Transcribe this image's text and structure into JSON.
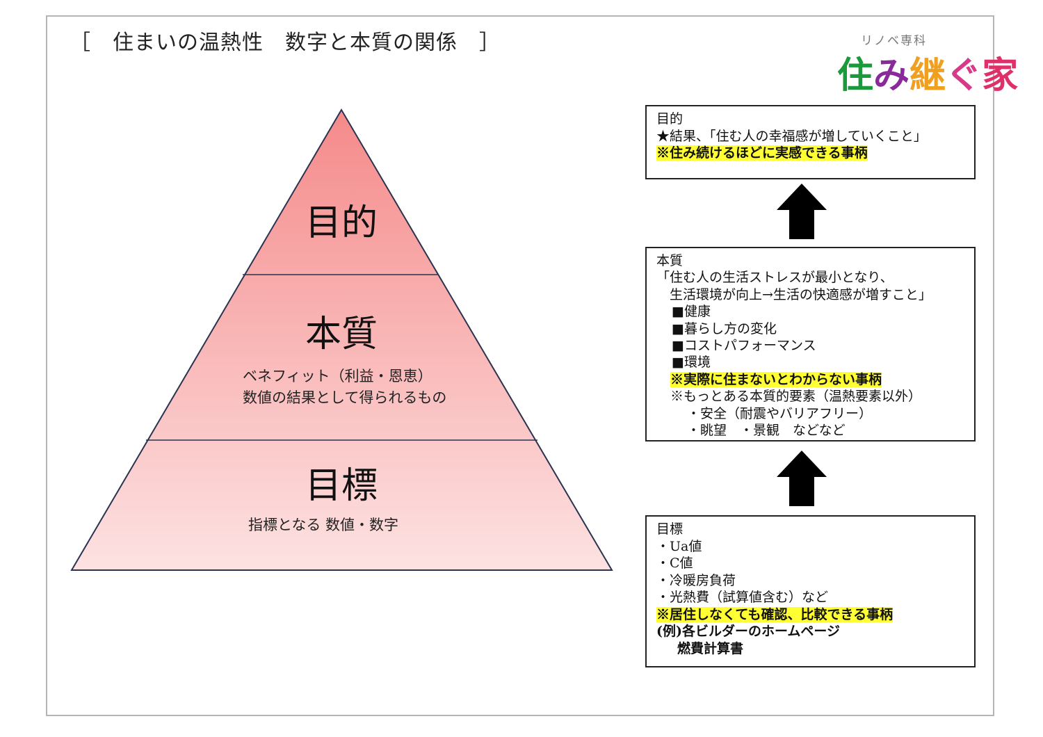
{
  "title": "［　住まいの温熱性　数字と本質の関係　］",
  "logo": {
    "sub": "リノベ専科",
    "chars": [
      {
        "ch": "住",
        "color": "#1a9a3a"
      },
      {
        "ch": "み",
        "color": "#8a2a9a"
      },
      {
        "ch": "継",
        "color": "#f0a020"
      },
      {
        "ch": "ぐ",
        "color": "#d83a8a"
      },
      {
        "ch": "家",
        "color": "#e0306a"
      }
    ]
  },
  "pyramid": {
    "top": {
      "label": "目的"
    },
    "middle": {
      "label": "本質",
      "sub1": "ベネフィット（利益・恩恵）",
      "sub2": "数値の結果として得られるもの"
    },
    "bottom": {
      "label": "目標",
      "sub1": "指標となる 数値・数字"
    },
    "colors": {
      "top": "#f58a8a",
      "bottom": "#fde2e2",
      "stroke": "#2a3350"
    }
  },
  "boxes": {
    "purpose": {
      "title": "目的",
      "line1": "★結果、「住む人の幸福感が増していくこと」",
      "highlight": "※住み続けるほどに実感できる事柄"
    },
    "essence": {
      "title": "本質",
      "line1": "「住む人の生活ストレスが最小となり、",
      "line2": "　生活環境が向上→生活の快適感が増すこと」",
      "items": [
        "■健康",
        "■暮らし方の変化",
        "■コストパフォーマンス",
        "■環境"
      ],
      "highlight": "※実際に住まないとわからない事柄",
      "note": "※もっとある本質的要素（温熱要素以外）",
      "note_item1": "・安全（耐震やバリアフリー）",
      "note_item2": "・眺望　・景観　などなど"
    },
    "target": {
      "title": "目標",
      "items": [
        "・Ua値",
        "・C値",
        "・冷暖房負荷",
        "・光熱費（試算値含む）など"
      ],
      "highlight": "※居住しなくても確認、比較できる事柄",
      "example1": "(例)各ビルダーのホームページ",
      "example2": "燃費計算書"
    }
  },
  "colors": {
    "highlight": "#ffff33",
    "frame": "#b5b5b5",
    "arrow": "#000000"
  }
}
